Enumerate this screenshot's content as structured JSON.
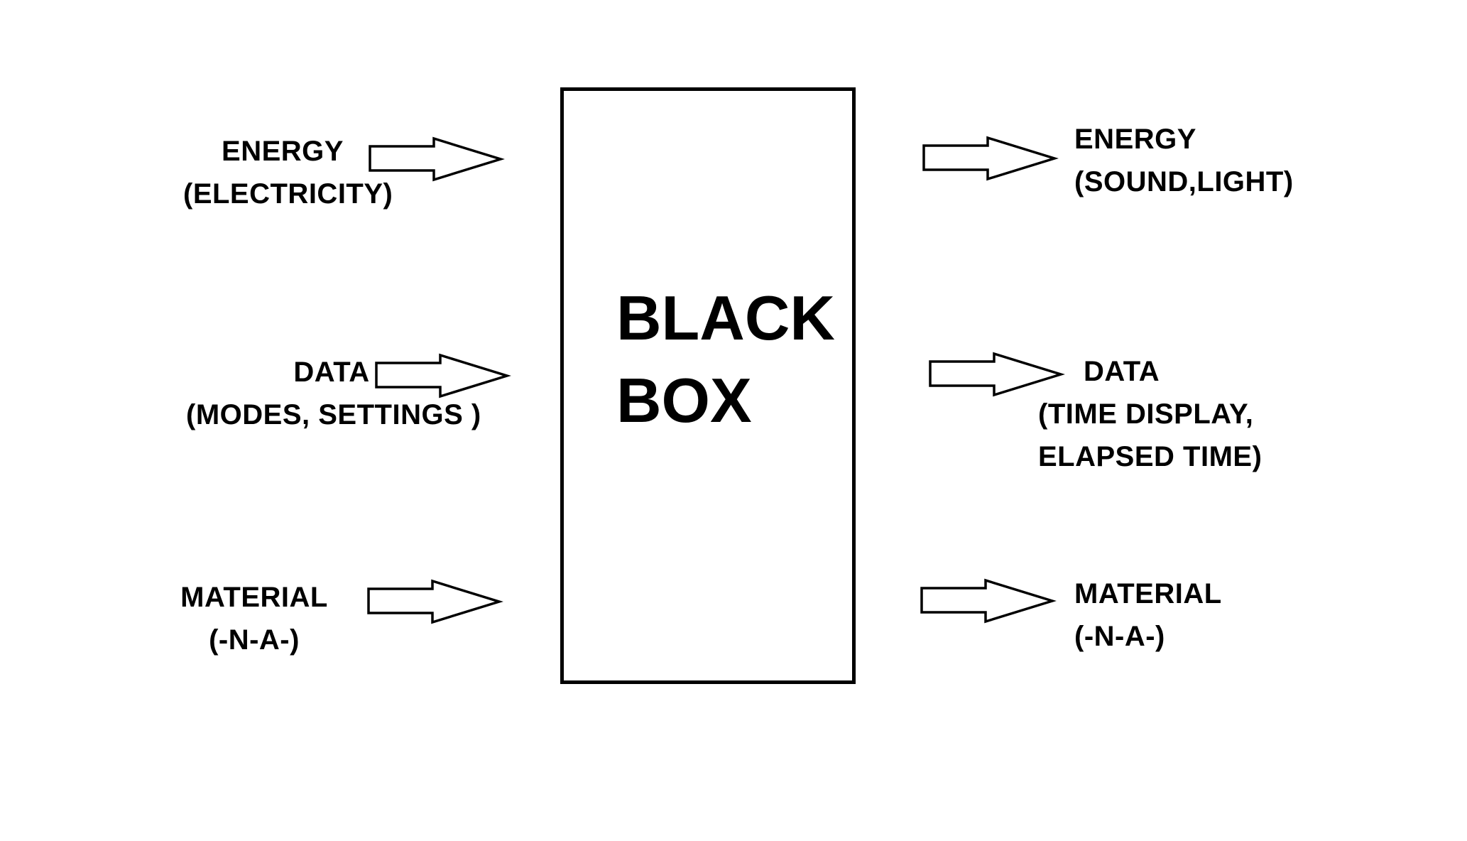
{
  "black_box": {
    "line1": "BLACK",
    "line2": "BOX"
  },
  "inputs": [
    {
      "line1": "ENERGY",
      "line2": "(ELECTRICITY)"
    },
    {
      "line1": "DATA",
      "line2": "(MODES, SETTINGS )"
    },
    {
      "line1": "MATERIAL",
      "line2": "(-N-A-)"
    }
  ],
  "outputs": [
    {
      "line1": "ENERGY",
      "line2": "(SOUND,LIGHT)"
    },
    {
      "line1": "DATA",
      "line2": "(TIME DISPLAY,",
      "line3": "ELAPSED TIME)"
    },
    {
      "line1": "MATERIAL",
      "line2": "(-N-A-)"
    }
  ]
}
